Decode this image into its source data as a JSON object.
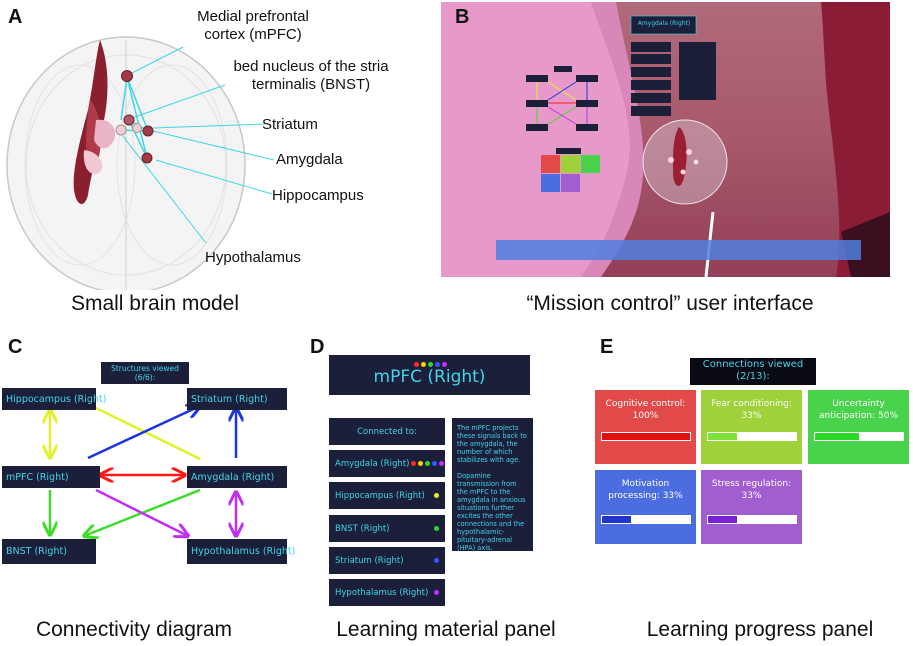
{
  "panels": {
    "a": {
      "letter": "A",
      "caption": "Small brain model",
      "labels": {
        "mpfc": "Medial prefrontal\ncortex (mPFC)",
        "bnst": "bed nucleus of the stria\nterminalis (BNST)",
        "striatum": "Striatum",
        "amygdala": "Amygdala",
        "hippocampus": "Hippocampus",
        "hypothalamus": "Hypothalamus"
      }
    },
    "b": {
      "letter": "B",
      "caption": "“Mission control” user interface",
      "title": "Amygdala (Right)"
    },
    "c": {
      "letter": "C",
      "caption": "Connectivity diagram",
      "header": "Structures viewed\n(6/6):",
      "nodes": {
        "hippocampus": "Hippocampus (Right)",
        "striatum": "Striatum (Right)",
        "mpfc": "mPFC (Right)",
        "amygdala": "Amygdala (Right)",
        "bnst": "BNST (Right)",
        "hypothalamus": "Hypothalamus (Right)"
      }
    },
    "d": {
      "letter": "D",
      "caption": "Learning material panel",
      "title": "mPFC (Right)",
      "connected_header": "Connected to:",
      "items": [
        "Amygdala (Right)",
        "Hippocampus (Right)",
        "BNST (Right)",
        "Striatum (Right)",
        "Hypothalamus (Right)"
      ],
      "description_1": "The mPFC projects these signals back to the amygdala, the number of which stabilizes with age.",
      "description_2": "Dopamine transmission from the mPFC to the amygdala in anxious situations further excites the other connections and the hypothalamic-pituitary-adrenal (HPA) axis.",
      "dot_colors": {
        "amygdala": [
          "#ff2a2a",
          "#ffd400",
          "#2bd92b",
          "#2f5bff",
          "#c32bff"
        ],
        "hippocampus": "#e7ef2a",
        "bnst": "#2bd92b",
        "striatum": "#2f5bff",
        "hypothalamus": "#c32bff"
      },
      "title_dots": [
        "#ff2a2a",
        "#ffd400",
        "#2bd92b",
        "#2f5bff",
        "#c32bff"
      ]
    },
    "e": {
      "letter": "E",
      "caption": "Learning progress panel",
      "header": "Connections viewed\n(2/13):",
      "cards": [
        {
          "label": "Cognitive control:\n100%",
          "progress": 1.0,
          "color": "#e24a4a",
          "fill": "#e01010"
        },
        {
          "label": "Fear conditioning:\n33%",
          "progress": 0.33,
          "color": "#9ed13a",
          "fill": "#7de03a"
        },
        {
          "label": "Uncertainty\nanticipation: 50%",
          "progress": 0.5,
          "color": "#49d34c",
          "fill": "#2bd92b"
        },
        {
          "label": "Motivation\nprocessing: 33%",
          "progress": 0.33,
          "color": "#4b6de0",
          "fill": "#2036c8"
        },
        {
          "label": "Stress regulation:\n33%",
          "progress": 0.33,
          "color": "#a15ed1",
          "fill": "#7a1fd1"
        }
      ]
    }
  },
  "colors": {
    "node_bg": "#1b1f3a",
    "node_text": "#3fd5ea",
    "yellow": "#e1f22a",
    "green": "#3ddc2a",
    "red": "#ff1a1a",
    "blue": "#1d35e0",
    "magenta": "#c12ff2",
    "line_a": "#3fd5ea"
  }
}
